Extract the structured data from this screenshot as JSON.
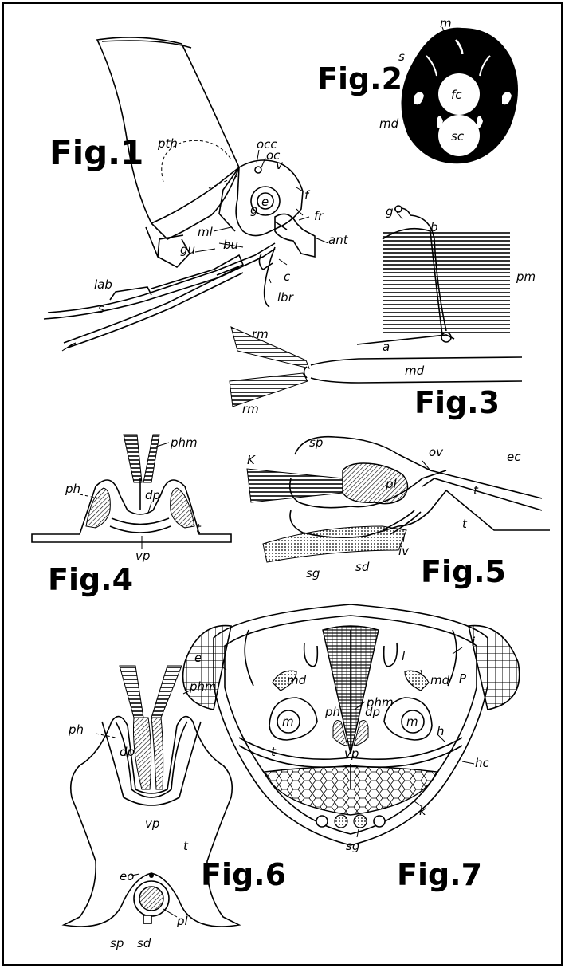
{
  "figures": {
    "fig1": {
      "title": "Fig.1",
      "labels": {
        "pth": "pth",
        "occ": "occ",
        "oc": "oc",
        "v": "v",
        "g": "g",
        "e": "e",
        "f": "f",
        "fr": "fr",
        "ant": "ant",
        "ml": "ml",
        "bu": "bu",
        "gu": "gu",
        "c": "c",
        "lbr": "lbr",
        "lab": "lab",
        "s": "s"
      }
    },
    "fig2": {
      "title": "Fig.2",
      "labels": {
        "s": "s",
        "m": "m",
        "fc": "fc",
        "sc": "sc",
        "md": "md"
      }
    },
    "fig3": {
      "title": "Fig.3",
      "labels": {
        "g": "g",
        "b": "b",
        "pm": "pm",
        "rm1": "rm",
        "a": "a",
        "md": "md",
        "rm2": "rm"
      }
    },
    "fig4": {
      "title": "Fig.4",
      "labels": {
        "phm": "phm",
        "ph": "ph",
        "dp": "dp",
        "t": "t",
        "vp": "vp"
      }
    },
    "fig5": {
      "title": "Fig.5",
      "labels": {
        "sp": "sp",
        "ov": "ov",
        "ec": "ec",
        "K": "K",
        "pl": "pl",
        "t1": "t",
        "t2": "t",
        "iv": "iv",
        "sg": "sg",
        "sd": "sd"
      }
    },
    "fig6": {
      "title": "Fig.6",
      "labels": {
        "phm": "phm",
        "ph": "ph",
        "dp": "dp",
        "vp": "vp",
        "t": "t",
        "eo": "eo",
        "sp": "sp",
        "sd": "sd",
        "pl": "pl"
      }
    },
    "fig7": {
      "title": "Fig.7",
      "labels": {
        "e": "e",
        "l": "l",
        "i": "i",
        "phm": "phm",
        "md1": "md",
        "md2": "md",
        "P": "P",
        "m1": "m",
        "m2": "m",
        "ph": "ph",
        "dp": "dp",
        "vp": "vp",
        "h": "h",
        "hc": "hc",
        "t": "t",
        "k": "k",
        "sg": "sg"
      }
    }
  }
}
